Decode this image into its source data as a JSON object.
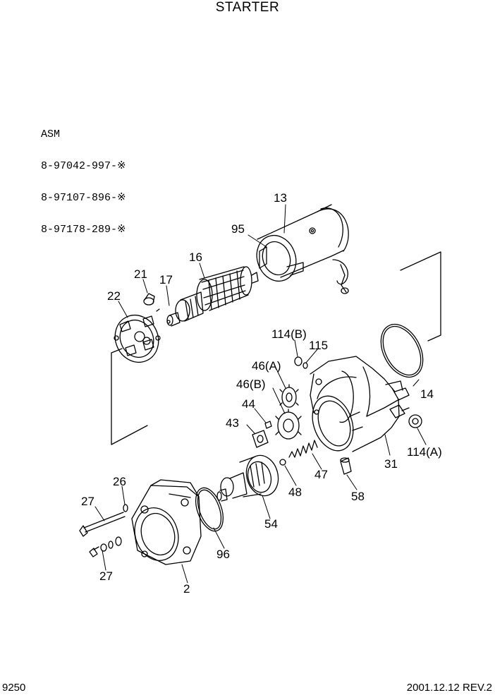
{
  "title": "STARTER",
  "assembly": {
    "label": "ASM",
    "part_numbers": [
      "8-97042-997-※",
      "8-97107-896-※",
      "8-97178-289-※"
    ]
  },
  "callouts": {
    "c13": "13",
    "c95": "95",
    "c16": "16",
    "c21": "21",
    "c17": "17",
    "c22": "22",
    "c114b": "114(B)",
    "c115": "115",
    "c14": "14",
    "c46a": "46(A)",
    "c46b": "46(B)",
    "c44": "44",
    "c43": "43",
    "c31": "31",
    "c114a": "114(A)",
    "c47": "47",
    "c26": "26",
    "c27a": "27",
    "c48": "48",
    "c58": "58",
    "c54": "54",
    "c96": "96",
    "c27b": "27",
    "c2": "2"
  },
  "footer": {
    "page_code": "9250",
    "revision": "2001.12.12 REV.2"
  }
}
